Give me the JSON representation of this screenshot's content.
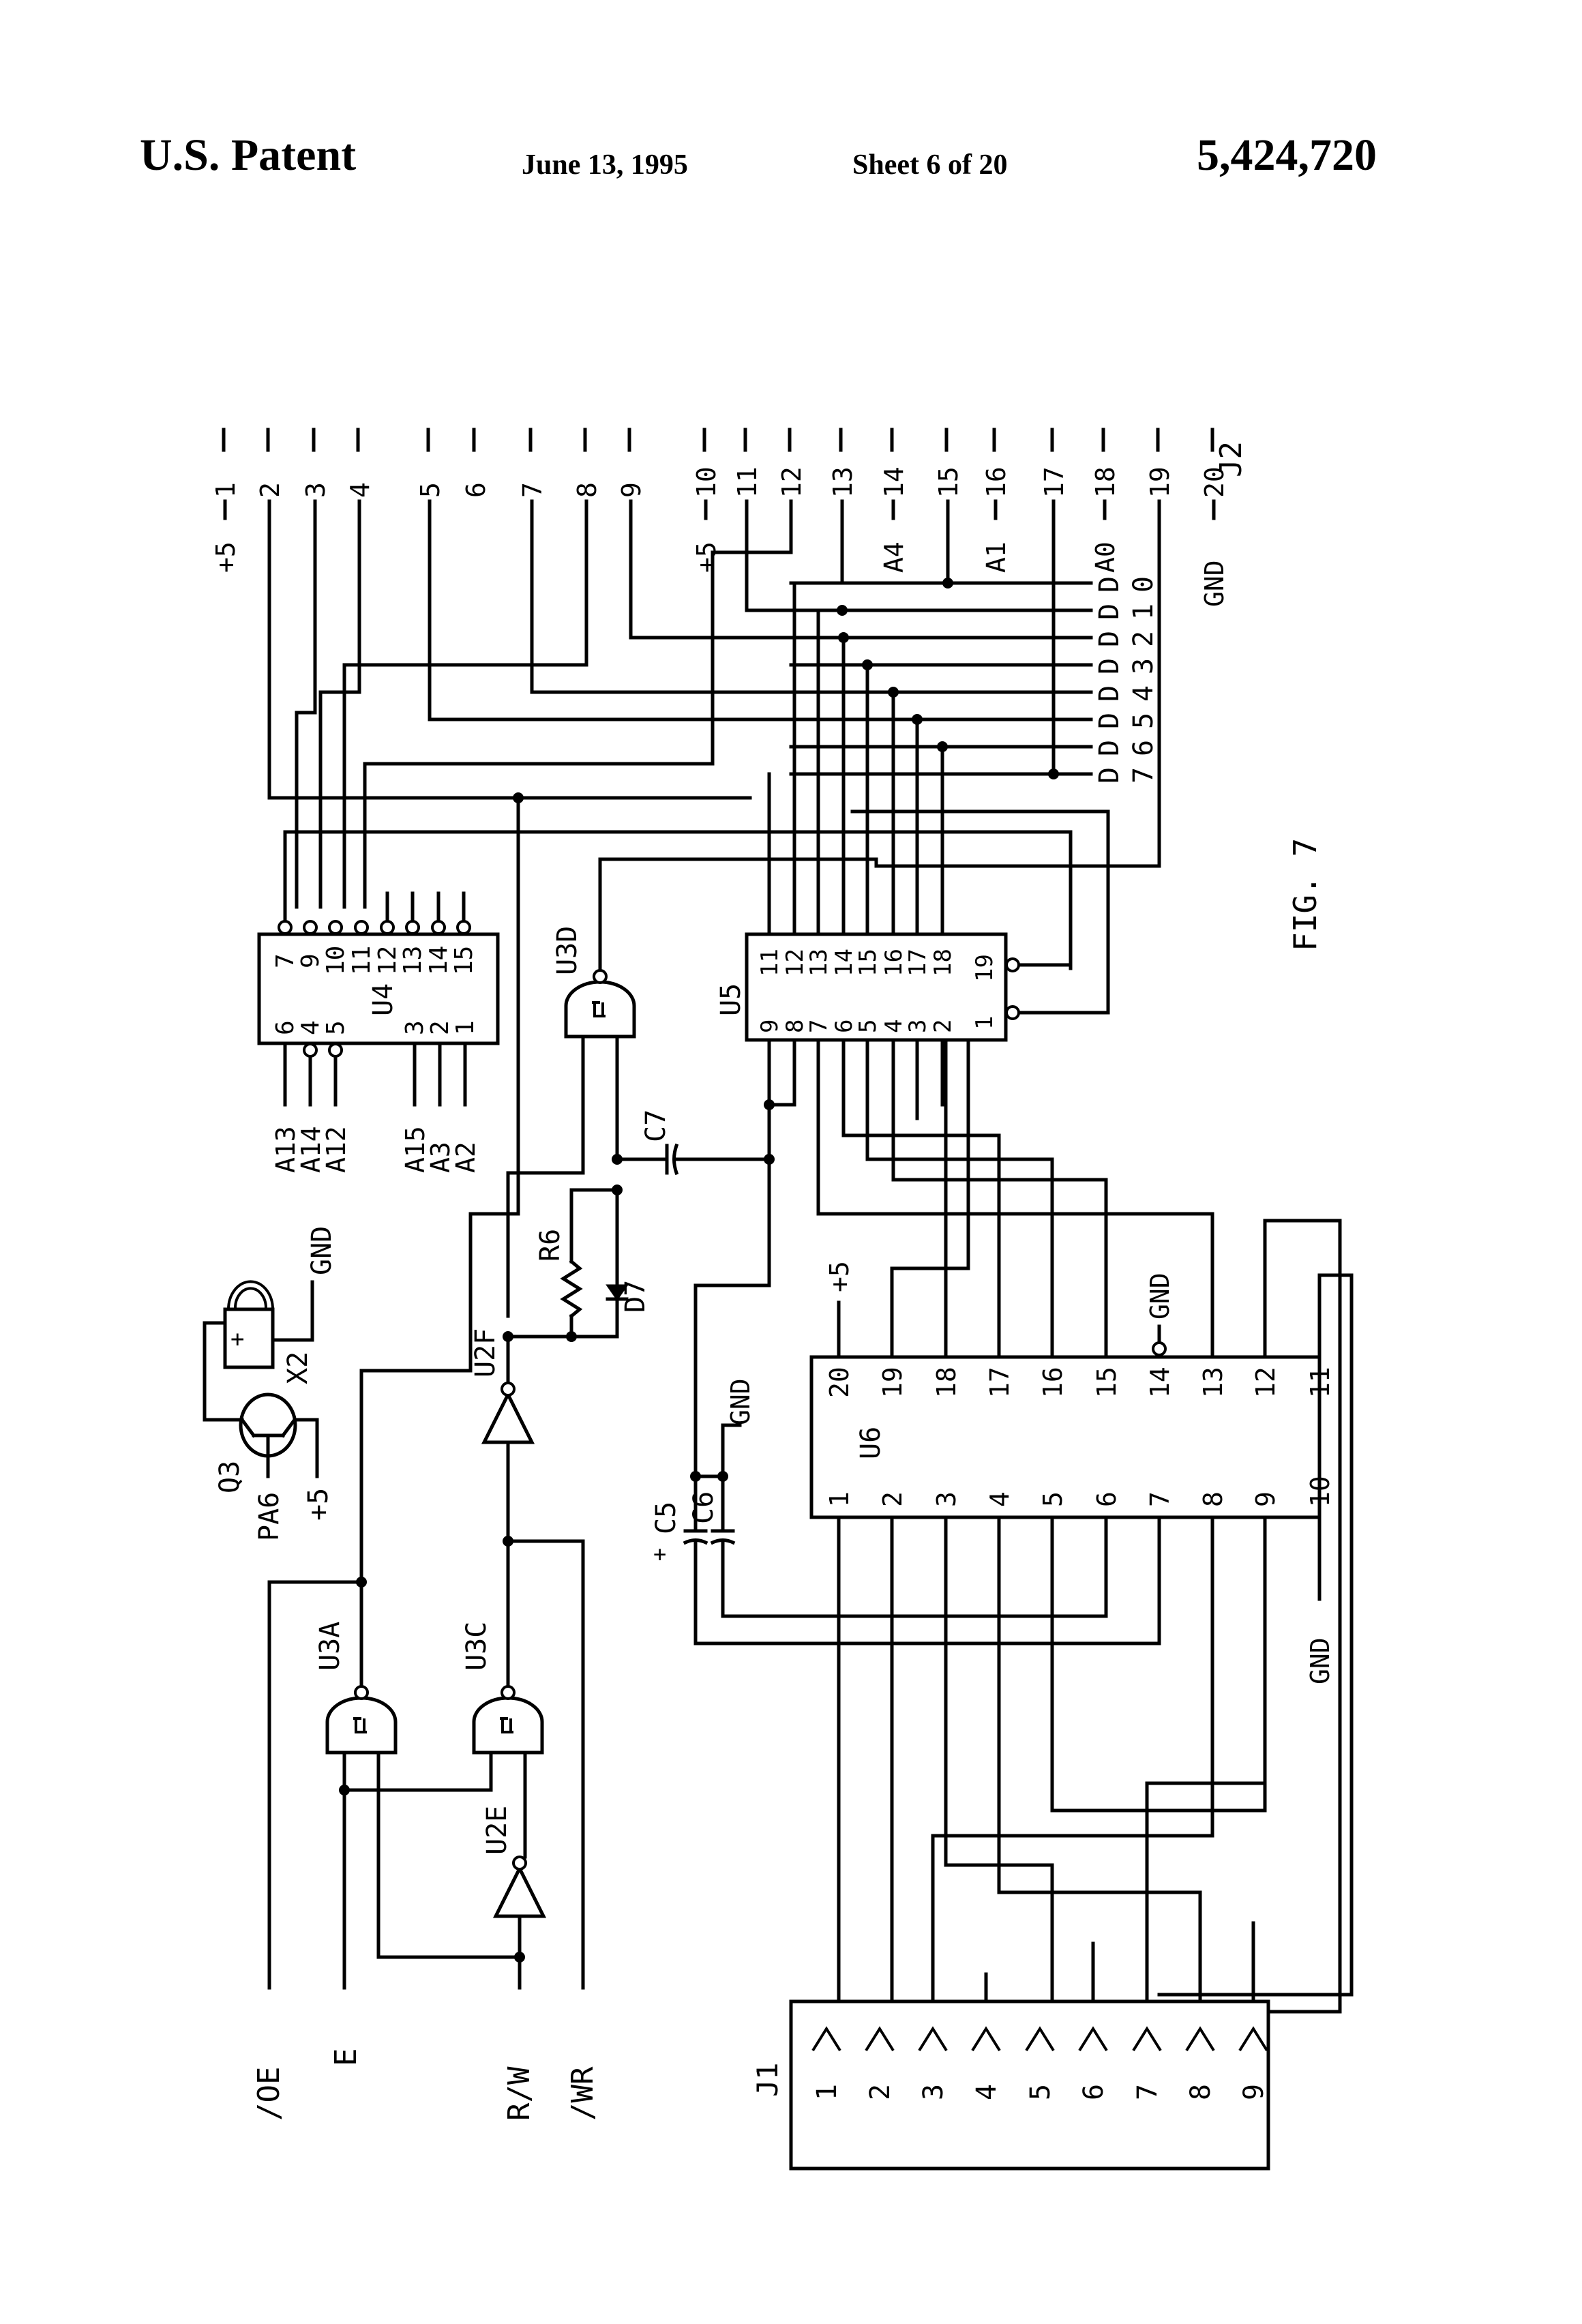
{
  "header": {
    "office": "U.S. Patent",
    "date": "June 13, 1995",
    "sheet": "Sheet 6 of 20",
    "patent_number": "5,424,720"
  },
  "figure": {
    "label": "FIG. 7",
    "orientation": "rotated 90 degrees counter-clockwise"
  },
  "connector_j2": {
    "ref": "J2",
    "pins": [
      {
        "pin": "1",
        "signal": "+5"
      },
      {
        "pin": "2",
        "signal": ""
      },
      {
        "pin": "3",
        "signal": ""
      },
      {
        "pin": "4",
        "signal": ""
      },
      {
        "pin": "5",
        "signal": ""
      },
      {
        "pin": "6",
        "signal": ""
      },
      {
        "pin": "7",
        "signal": ""
      },
      {
        "pin": "8",
        "signal": ""
      },
      {
        "pin": "9",
        "signal": ""
      },
      {
        "pin": "10",
        "signal": "+5"
      },
      {
        "pin": "11",
        "signal": ""
      },
      {
        "pin": "12",
        "signal": ""
      },
      {
        "pin": "13",
        "signal": ""
      },
      {
        "pin": "14",
        "signal": "A4"
      },
      {
        "pin": "15",
        "signal": ""
      },
      {
        "pin": "16",
        "signal": "A1"
      },
      {
        "pin": "17",
        "signal": ""
      },
      {
        "pin": "18",
        "signal": "A0"
      },
      {
        "pin": "19",
        "signal": ""
      },
      {
        "pin": "20",
        "signal": "GND"
      }
    ]
  },
  "data_bus": {
    "labels": [
      "D0",
      "D1",
      "D2",
      "D3",
      "D4",
      "D5",
      "D6",
      "D7"
    ]
  },
  "u4": {
    "ref": "U4",
    "top_pins": [
      "7",
      "9",
      "10",
      "11",
      "12",
      "13",
      "14",
      "15"
    ],
    "bottom_pins": [
      "6",
      "4",
      "5",
      "3",
      "2",
      "1"
    ],
    "bottom_signals": [
      "A13",
      "A14",
      "A12",
      "A15",
      "A3",
      "A2"
    ]
  },
  "u5": {
    "ref": "U5",
    "top_pins": [
      "11",
      "12",
      "13",
      "14",
      "15",
      "16",
      "17",
      "18"
    ],
    "bottom_pins": [
      "9",
      "8",
      "7",
      "6",
      "5",
      "4",
      "3",
      "2"
    ],
    "side_pins": [
      "19",
      "1"
    ]
  },
  "u6": {
    "ref": "U6",
    "top_pins": [
      "20",
      "19",
      "18",
      "17",
      "16",
      "15",
      "14",
      "13",
      "12",
      "11"
    ],
    "bottom_pins": [
      "1",
      "2",
      "3",
      "4",
      "5",
      "6",
      "7",
      "8",
      "9",
      "10"
    ],
    "pin20_net": "+5",
    "pin14_net": "GND",
    "pin10_net": "GND"
  },
  "gates": {
    "u3a": "U3A",
    "u3c": "U3C",
    "u3d": "U3D",
    "u2e": "U2E",
    "u2f": "U2F"
  },
  "components": {
    "r6": "R6",
    "d7": "D7",
    "c5": "C5",
    "c6": "C6",
    "c7": "C7",
    "q3": "Q3",
    "x2": "X2",
    "c5_polarity": "+",
    "x2_polarity": "+"
  },
  "nets": {
    "q3_base": "PA6",
    "q3_supply": "+5",
    "x2_gnd": "GND",
    "c6_gnd": "GND",
    "u6_vcc": "+5",
    "u6_gnd14": "GND",
    "u6_gnd10": "GND"
  },
  "control_signals": [
    "/OE",
    "E",
    "R/W",
    "/WR"
  ],
  "connector_j1": {
    "ref": "J1",
    "pins": [
      "1",
      "2",
      "3",
      "4",
      "5",
      "6",
      "7",
      "8",
      "9"
    ]
  }
}
